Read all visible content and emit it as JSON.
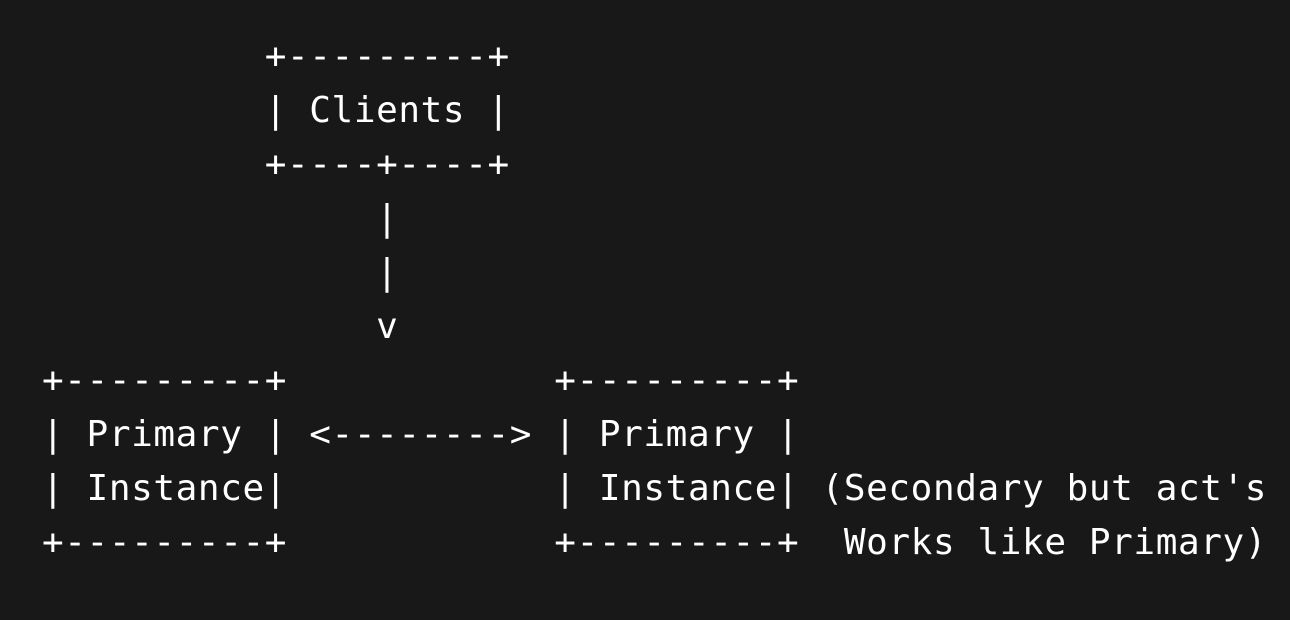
{
  "diagram": {
    "lines": [
      "          +---------+",
      "          | Clients |",
      "          +----+----+",
      "               |",
      "               |",
      "               v",
      "+---------+            +---------+",
      "| Primary | <--------> | Primary |",
      "| Instance|            | Instance| (Secondary but act's &",
      "+---------+            +---------+  Works like Primary)"
    ]
  },
  "colors": {
    "background": "#181818",
    "text": "#ffffff"
  }
}
